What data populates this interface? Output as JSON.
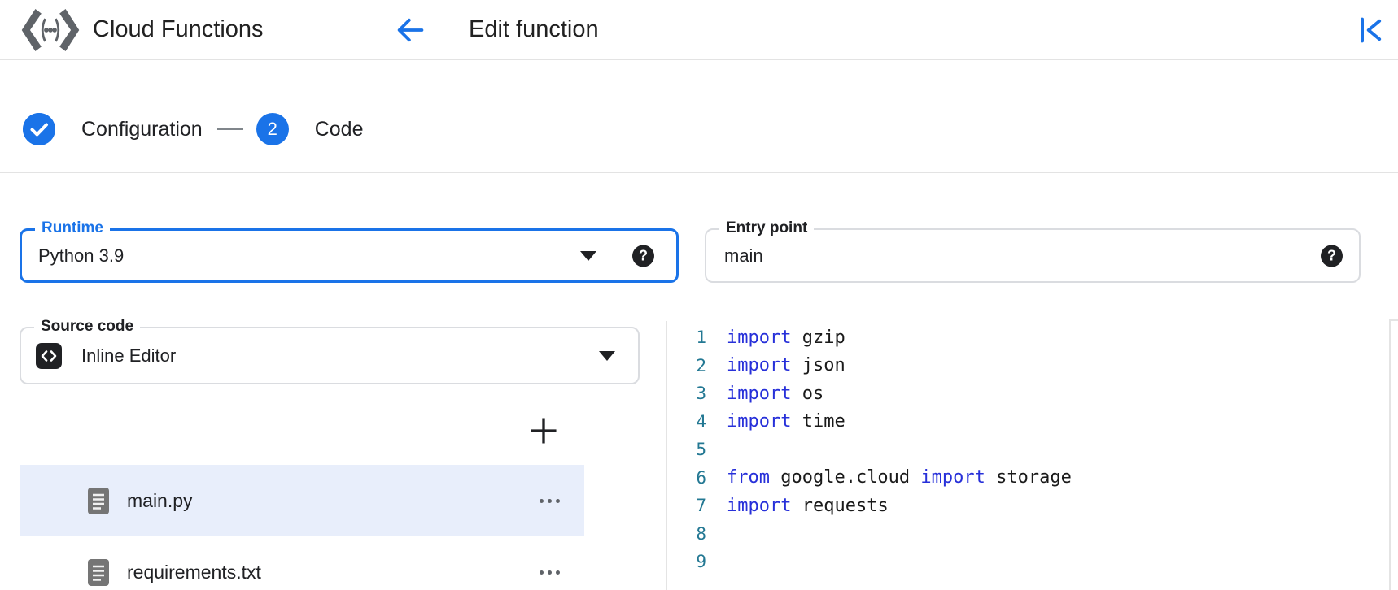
{
  "header": {
    "app_title": "Cloud Functions",
    "page_title": "Edit function"
  },
  "stepper": {
    "steps": [
      {
        "label": "Configuration",
        "state": "complete"
      },
      {
        "label": "Code",
        "state": "current",
        "number": "2"
      }
    ]
  },
  "form": {
    "runtime": {
      "label": "Runtime",
      "value": "Python 3.9",
      "focused": true
    },
    "entry_point": {
      "label": "Entry point",
      "value": "main"
    },
    "source_code": {
      "label": "Source code",
      "value": "Inline Editor"
    }
  },
  "file_explorer": {
    "files": [
      {
        "name": "main.py",
        "selected": true
      },
      {
        "name": "requirements.txt",
        "selected": false
      }
    ]
  },
  "editor": {
    "lines": [
      {
        "number": "1",
        "tokens": [
          {
            "type": "keyword",
            "text": "import"
          },
          {
            "type": "plain",
            "text": " gzip"
          }
        ]
      },
      {
        "number": "2",
        "tokens": [
          {
            "type": "keyword",
            "text": "import"
          },
          {
            "type": "plain",
            "text": " json"
          }
        ]
      },
      {
        "number": "3",
        "tokens": [
          {
            "type": "keyword",
            "text": "import"
          },
          {
            "type": "plain",
            "text": " os"
          }
        ]
      },
      {
        "number": "4",
        "tokens": [
          {
            "type": "keyword",
            "text": "import"
          },
          {
            "type": "plain",
            "text": " time"
          }
        ]
      },
      {
        "number": "5",
        "tokens": []
      },
      {
        "number": "6",
        "tokens": [
          {
            "type": "keyword",
            "text": "from"
          },
          {
            "type": "plain",
            "text": " google.cloud "
          },
          {
            "type": "keyword",
            "text": "import"
          },
          {
            "type": "plain",
            "text": " storage"
          }
        ]
      },
      {
        "number": "7",
        "tokens": [
          {
            "type": "keyword",
            "text": "import"
          },
          {
            "type": "plain",
            "text": " requests"
          }
        ]
      },
      {
        "number": "8",
        "tokens": []
      },
      {
        "number": "9",
        "tokens": []
      }
    ]
  },
  "colors": {
    "accent_blue": "#1a73e8",
    "keyword_blue": "#2730d9",
    "line_number_teal": "#237893",
    "selected_file_bg": "#e8eefb",
    "icon_gray": "#5f6368"
  }
}
